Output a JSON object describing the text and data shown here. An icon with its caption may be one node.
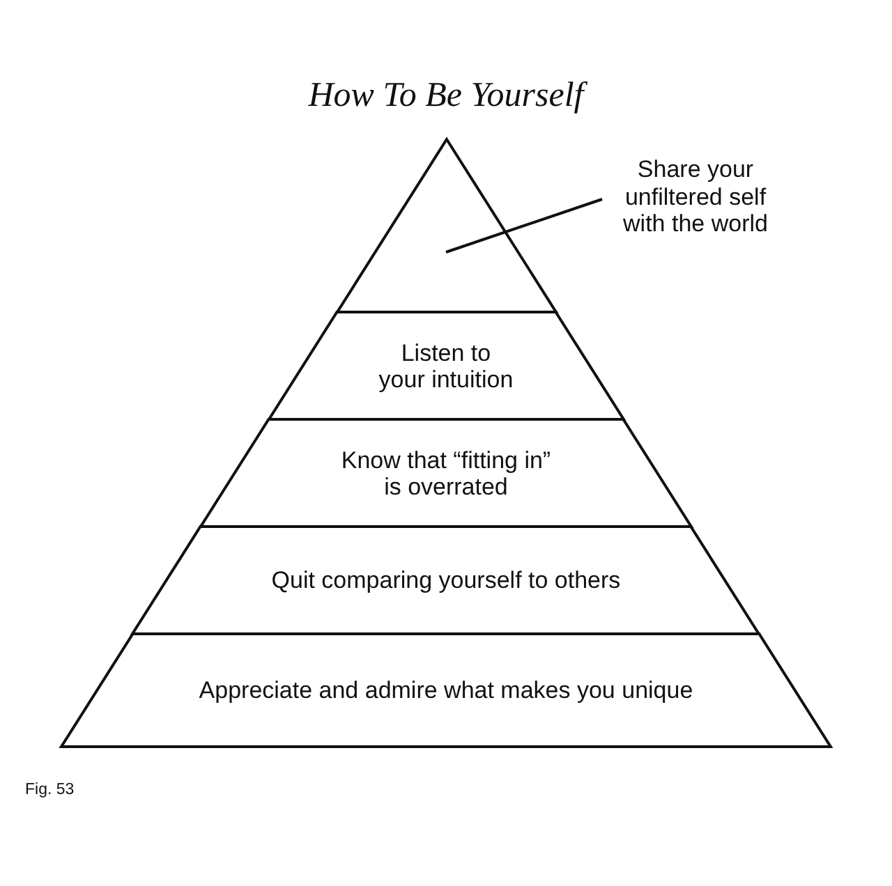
{
  "diagram": {
    "title": "How To Be Yourself",
    "nodes": [
      {
        "text": [
          "Share your unfiltered self with the world"
        ]
      },
      {
        "text": [],
        "shape": "triangle"
      },
      {
        "text": [
          "Listen to your intuition"
        ]
      },
      {
        "text": [
          "Know that “fitting in” is overrated"
        ]
      },
      {
        "text": [
          "Quit comparing yourself to others"
        ]
      },
      {
        "text": [
          "Appreciate and admire what makes you unique"
        ]
      }
    ],
    "edges": [
      {
        "from": 0,
        "to": 1,
        "arrow": "none"
      }
    ],
    "labels": [
      "Fig. 53"
    ]
  }
}
